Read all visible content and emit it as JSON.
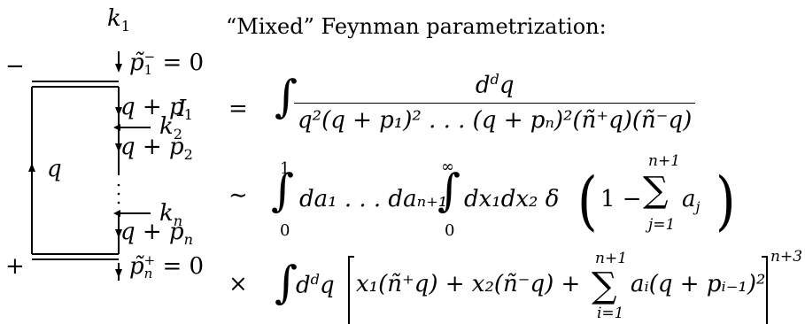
{
  "title": "“Mixed” Feynman parametrization:",
  "diagram": {
    "k1": "k",
    "k1_sub": "1",
    "minus_sign": "−",
    "plus_sign": "+",
    "top_cond": "p̃",
    "top_cond_sup": "−",
    "top_cond_sub": "1",
    "top_cond_rhs": "= 0",
    "bot_cond": "p̃",
    "bot_cond_sup": "+",
    "bot_cond_sub": "n",
    "bot_cond_rhs": "= 0",
    "q_label": "q",
    "qp1": "q + p",
    "qp1_sub": "1",
    "k2": "k",
    "k2_sub": "2",
    "qp2": "q + p",
    "qp2_sub": "2",
    "kn": "k",
    "kn_sub": "n",
    "qpn": "q + p",
    "qpn_sub": "n"
  },
  "equation": {
    "lhs": "I",
    "rel1": "=",
    "rel2": "∼",
    "rel3": "×",
    "integral": "∫",
    "num1": "d",
    "num1_sup": "d",
    "num1_tail": "q",
    "den1": "q²(q + p₁)² . . . (q + pₙ)²(ñ⁺q)(ñ⁻q)",
    "lim_a_upper": "1",
    "lim_a_lower": "0",
    "da": "da₁ . . . daₙ₊₁",
    "lim_x_upper": "∞",
    "lim_x_lower": "0",
    "dx": "dx₁dx₂ δ",
    "one_minus": "1 −",
    "sigma": "∑",
    "sum1_upper": "n+1",
    "sum1_lower": "j=1",
    "aj": "a",
    "aj_sub": "j",
    "ddq": "d",
    "ddq_sup": "d",
    "ddq_tail": "q",
    "bracket_body": "x₁(ñ⁺q) + x₂(ñ⁻q) +",
    "sum2_upper": "n+1",
    "sum2_lower": "i=1",
    "ai_term": "aᵢ(q + pᵢ₋₁)²",
    "power": "n+3"
  }
}
